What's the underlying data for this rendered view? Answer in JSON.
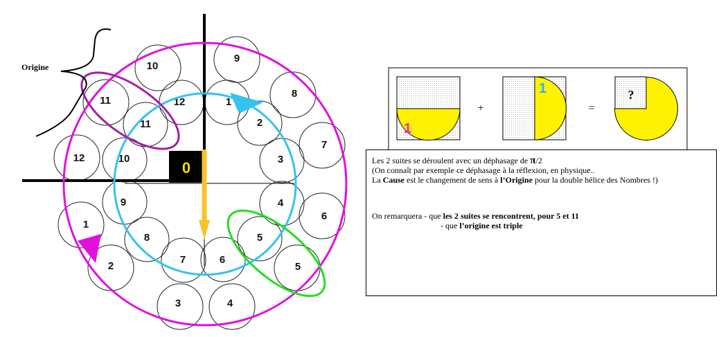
{
  "spiral": {
    "origin_label": "Origine",
    "zero_label": "0",
    "outer_numbers": [
      "10",
      "9",
      "8",
      "7",
      "6",
      "5",
      "4",
      "3",
      "2",
      "1",
      "12",
      "11"
    ],
    "inner_numbers": [
      "12",
      "1",
      "2",
      "3",
      "4",
      "5",
      "6",
      "7",
      "8",
      "9",
      "10",
      "11"
    ],
    "colors": {
      "outer_ring": "#e011e0",
      "inner_ring": "#33c3ee",
      "axis_arrow": "#f6c429",
      "green_ellipse": "#22dd22",
      "purple_ellipse": "#a11fa6"
    }
  },
  "equation": {
    "plus": "+",
    "equals": "=",
    "label_1_left": "1",
    "label_1_right": "1",
    "question": "?",
    "colors": {
      "fill": "#fff200",
      "label_left": "#ff1fd0",
      "label_right": "#1fb8ee"
    }
  },
  "textbox": {
    "line1_pre": "Les 2 suites se déroulent avec un déphasage de ",
    "line1_pi": "π",
    "line1_post": "/2",
    "line2": "(On connaît par exemple ce déphasage à la réflexion, en physique..",
    "line3_pre": "La ",
    "line3_cause": "Cause",
    "line3_mid": " est le changement de sens à ",
    "line3_origine": "l’Origine",
    "line3_post": " pour la double hélice des Nombres !)",
    "line4_pre": "On remarquera - que ",
    "line4_bold": "les 2 suites se rencontrent, pour 5 et 11",
    "line5_pre": "- que ",
    "line5_bold": "l’origine est triple"
  }
}
